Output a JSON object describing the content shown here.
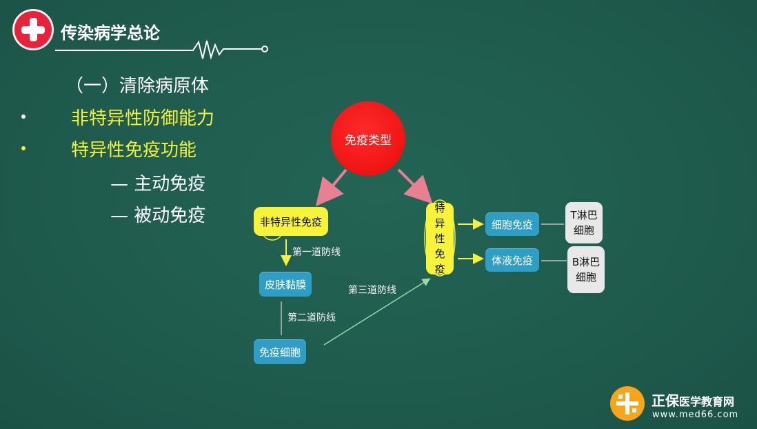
{
  "header": {
    "title": "传染病学总论"
  },
  "left": {
    "heading": "（一）清除病原体",
    "items": [
      "非特异性防御能力",
      "特异性免疫功能"
    ],
    "subitems": [
      "— 主动免疫",
      "— 被动免疫"
    ]
  },
  "diagram": {
    "center": "免疫类型",
    "nonspecific": "非特异性免疫",
    "specific": [
      "特",
      "异",
      "性",
      "免",
      "疫"
    ],
    "line1": "第一道防线",
    "skin": "皮肤黏膜",
    "line2": "第二道防线",
    "cells": "免疫细胞",
    "line3": "第三道防线",
    "cellular": "细胞免疫",
    "humoral": "体液免疫",
    "t_cell": [
      "T淋巴",
      "细胞"
    ],
    "b_cell": [
      "B淋巴",
      "细胞"
    ]
  },
  "brand": {
    "name_main": "正保",
    "name_rest": "医学教育网",
    "url": "www.med66.com"
  },
  "colors": {
    "accent_red": "#e8223b",
    "highlight_yellow": "#f4f23a",
    "box_blue": "#2f9ec4",
    "bg": "#1f5a4e"
  }
}
